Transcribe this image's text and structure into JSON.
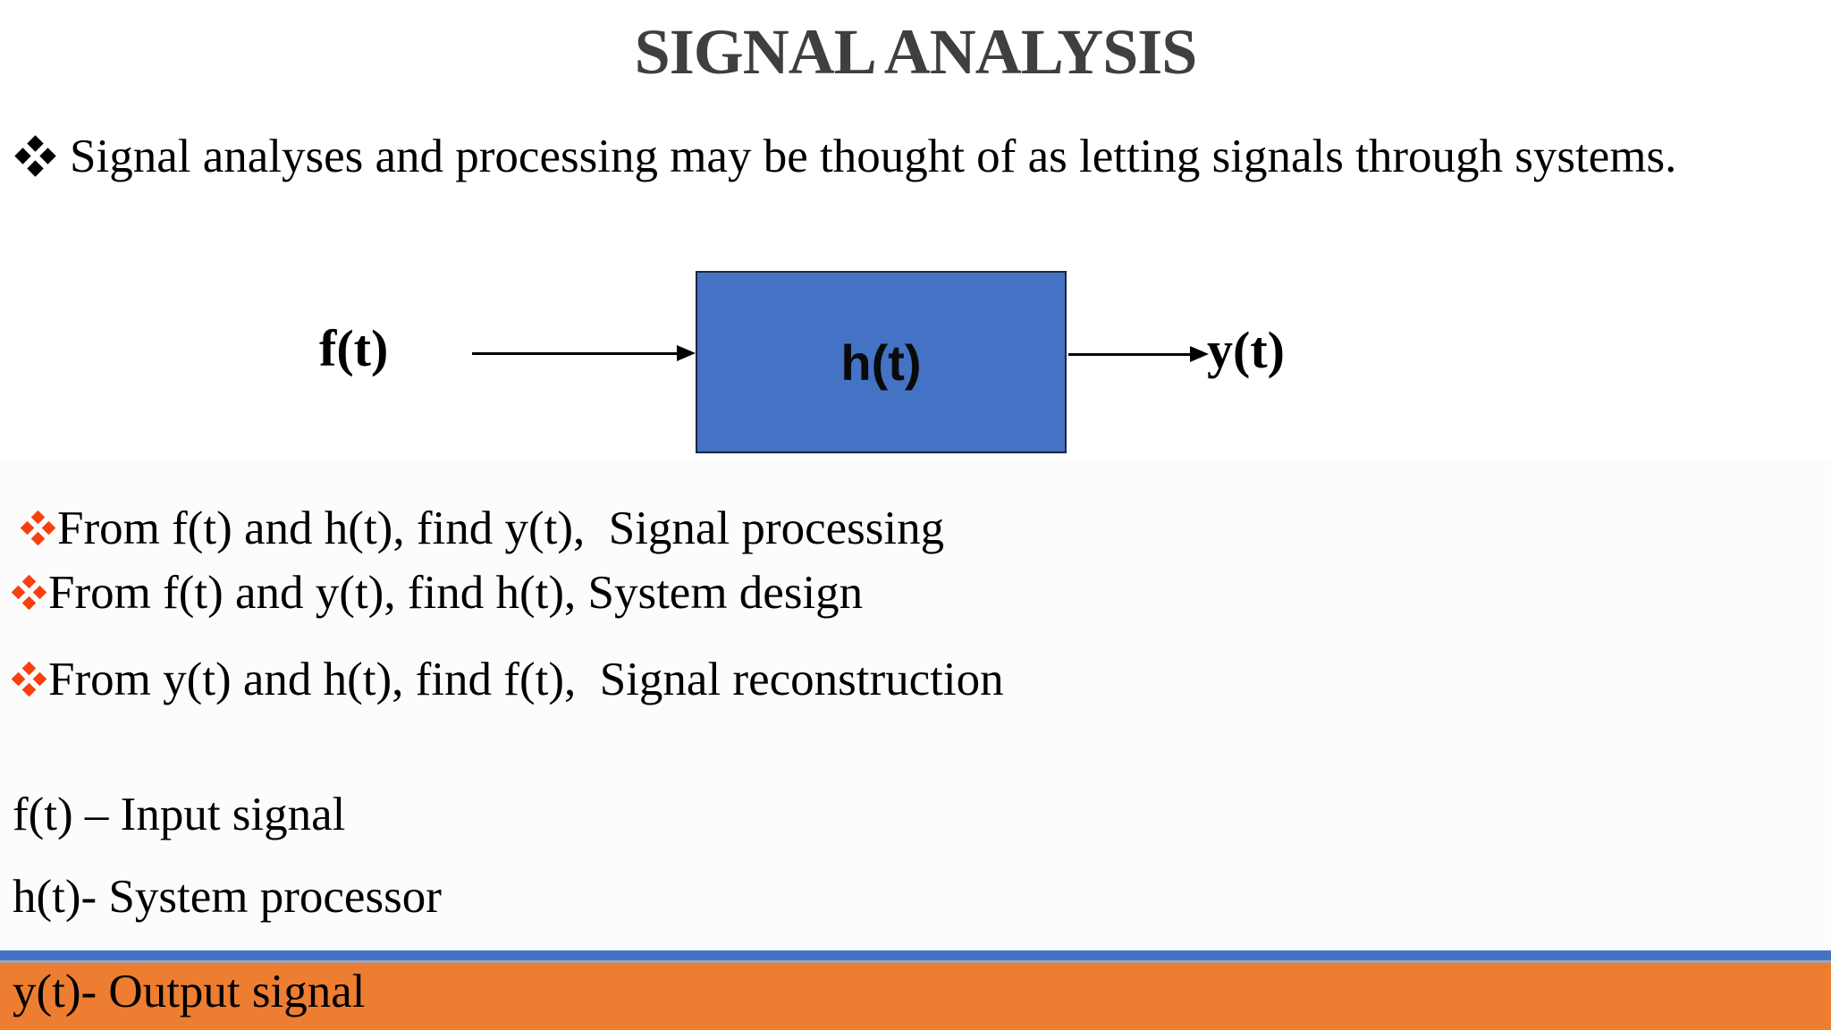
{
  "slide": {
    "title": "SIGNAL ANALYSIS",
    "intro_bullet": {
      "marker": "four-diamond",
      "text": "Signal analyses and processing may be thought of as letting signals through systems."
    },
    "diagram": {
      "input_label": "f(t)",
      "system_label": "h(t)",
      "output_label": "y(t)"
    },
    "bullets": [
      {
        "marker": "four-diamond",
        "text": "From f(t) and h(t), find y(t),  Signal processing"
      },
      {
        "marker": "four-diamond",
        "text": "From f(t) and y(t), find h(t), System design"
      },
      {
        "marker": "four-diamond",
        "text": "From y(t) and h(t), find f(t),  Signal reconstruction"
      }
    ],
    "definitions": [
      {
        "text": "f(t) – Input signal"
      },
      {
        "text": "h(t)- System processor"
      }
    ],
    "footer": {
      "text": "y(t)- Output signal"
    }
  },
  "colors": {
    "title-color": "#3f3f3f",
    "box-fill": "#4472c4",
    "box-border": "#1a2742",
    "bullet-color": "#f8400f",
    "stripe-color": "#4472c4",
    "bar-color": "#ed7d31"
  }
}
